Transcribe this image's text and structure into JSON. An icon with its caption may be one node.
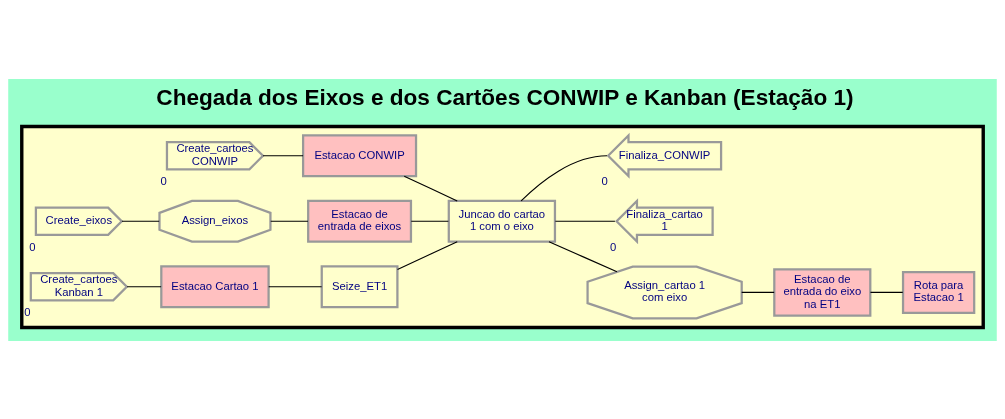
{
  "diagram": {
    "title": "Chegada dos Eixos e dos Cartões CONWIP e Kanban (Estação 1)",
    "nodes": [
      {
        "text": [],
        "shape": "box"
      },
      {
        "text": [
          "Create_cartoes CONWIP"
        ],
        "beside": [
          "0"
        ],
        "in": 0
      },
      {
        "text": [
          "Estacao CONWIP"
        ],
        "in": 0
      },
      {
        "text": [
          "Create_eixos"
        ],
        "beside": [
          "0"
        ],
        "in": 0
      },
      {
        "text": [
          "Assign_eixos"
        ],
        "in": 0
      },
      {
        "text": [
          "Estacao de entrada de eixos"
        ],
        "in": 0
      },
      {
        "text": [
          "Create_cartoes Kanban 1"
        ],
        "beside": [
          "0"
        ],
        "in": 0
      },
      {
        "text": [
          "Estacao Cartao 1"
        ],
        "in": 0
      },
      {
        "text": [
          "Seize_ET1"
        ],
        "in": 0
      },
      {
        "text": [
          "Juncao do cartao 1 com o eixo"
        ],
        "in": 0
      },
      {
        "text": [
          "Assign_cartao 1 com eixo"
        ],
        "in": 0
      },
      {
        "text": [
          "Estacao de entrada do eixo na ET1"
        ],
        "in": 0
      },
      {
        "text": [
          "Rota para Estacao 1"
        ],
        "in": 0
      },
      {
        "text": [
          "Finaliza_cartao 1"
        ],
        "beside": [
          "0"
        ],
        "in": 0
      },
      {
        "text": [
          "Finaliza_CONWIP"
        ],
        "beside": [
          "0"
        ],
        "in": 0
      }
    ],
    "edges": [
      {
        "from": 1,
        "to": 2,
        "arrow": "none"
      },
      {
        "from": 3,
        "to": 4,
        "arrow": "none"
      },
      {
        "from": 4,
        "to": 5,
        "arrow": "none"
      },
      {
        "from": 6,
        "to": 7,
        "arrow": "none"
      },
      {
        "from": 7,
        "to": 8,
        "arrow": "none"
      },
      {
        "from": 2,
        "to": 9,
        "arrow": "none"
      },
      {
        "from": 5,
        "to": 9,
        "arrow": "none"
      },
      {
        "from": 8,
        "to": 9,
        "arrow": "none"
      },
      {
        "from": 9,
        "to": 10,
        "arrow": "none"
      },
      {
        "from": 10,
        "to": 11,
        "arrow": "none"
      },
      {
        "from": 11,
        "to": 12,
        "arrow": "none"
      },
      {
        "from": 9,
        "to": 13,
        "arrow": "none"
      },
      {
        "from": 9,
        "to": 14,
        "arrow": "none"
      }
    ]
  }
}
